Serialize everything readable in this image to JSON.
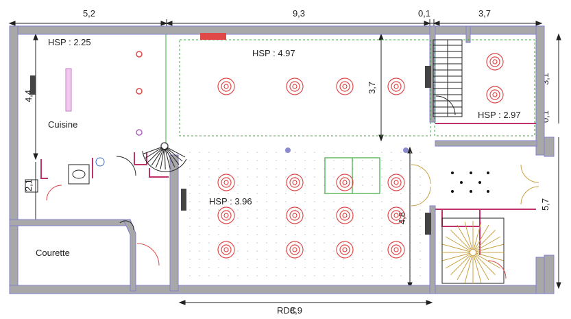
{
  "dimensions": {
    "top_1": "5,2",
    "top_2": "9,3",
    "top_3": "0,1",
    "top_4": "3,7",
    "left_kitchen": "4,4",
    "left_wc": "2,1",
    "hall_height": "3,7",
    "right_upper": "3,1",
    "right_gap": "0,1",
    "right_lower": "5,7",
    "stair_height": "4,8",
    "bottom_width": "8,9"
  },
  "labels": {
    "hsp_kitchen": "HSP : 2.25",
    "hsp_hall": "HSP : 4.97",
    "hsp_right": "HSP : 2.97",
    "hsp_overlap": "HSP : 3.96",
    "kitchen": "Cuisine",
    "courtyard": "Courette",
    "level": "RDC"
  },
  "colors": {
    "wall": "#a8a8a8",
    "wall_edge": "#7f7fd0",
    "lamp": "#e04848",
    "dashed": "#3caa3c",
    "door": "#c0306a",
    "radiator": "#444444"
  }
}
